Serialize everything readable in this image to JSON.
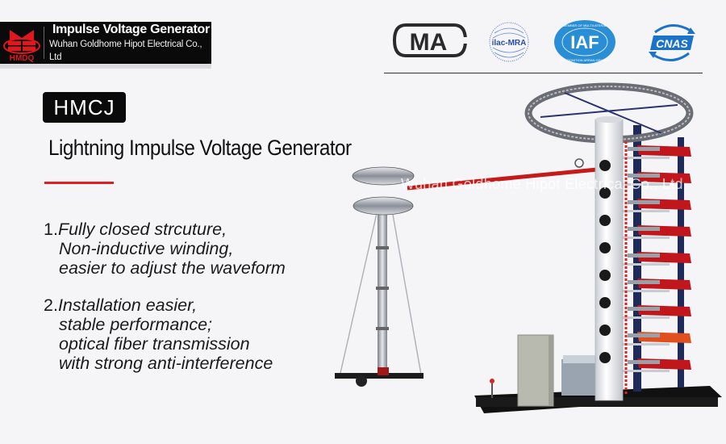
{
  "header": {
    "brand_mark": "HMDQ",
    "brand_title": "Impulse Voltage Generator",
    "brand_subtitle": "Wuhan Goldhome Hipot Electrical Co., Ltd",
    "logo_color": "#e0181e"
  },
  "certifications": [
    {
      "name": "CMA",
      "label": "MA"
    },
    {
      "name": "ilac-MRA",
      "label": "ilac-MRA"
    },
    {
      "name": "IAF",
      "label": "IAF",
      "ring_text_top": "MEMBER OF MULTILATERAL",
      "ring_text_bottom": "RECOGNITION ARRAN GEMENT"
    },
    {
      "name": "CNAS",
      "label": "CNAS"
    }
  ],
  "product": {
    "model": "HMCJ",
    "title": "Lightning Impulse Voltage Generator",
    "accent_color": "#e02020",
    "watermark": "Wuhan Goldhome Hipot Electrical Co., Ltd"
  },
  "features": [
    {
      "number": "1.",
      "lines": [
        "Fully closed strcuture,",
        "Non-inductive winding,",
        "easier to adjust the waveform"
      ]
    },
    {
      "number": "2.",
      "lines": [
        "Installation easier,",
        "stable performance;",
        "optical fiber transmission",
        "with strong anti-interference"
      ]
    }
  ]
}
